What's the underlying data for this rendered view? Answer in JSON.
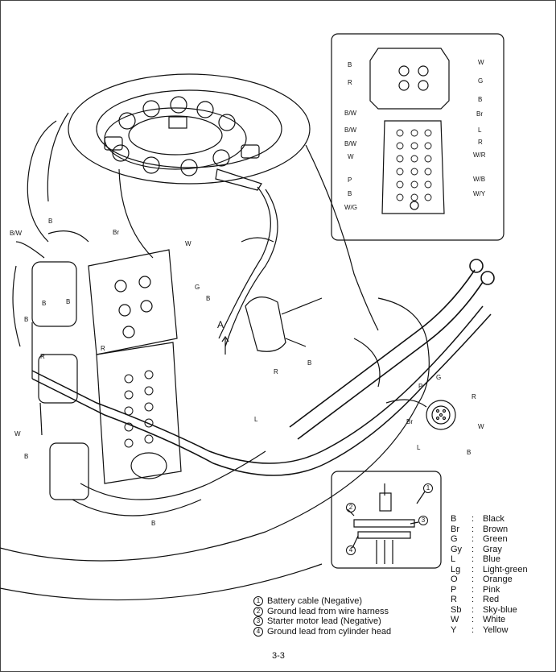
{
  "inset_top_labels": {
    "left": [
      "B",
      "R",
      "B/W",
      "B/W",
      "B/W",
      "W",
      "P",
      "B",
      "W/G"
    ],
    "right": [
      "W",
      "G",
      "B",
      "Br",
      "L",
      "R",
      "W/R",
      "W/B",
      "W/Y"
    ]
  },
  "main_labels": {
    "b1": "B",
    "bw": "B/W",
    "br": "Br",
    "w1": "W",
    "g1": "G",
    "b2": "B",
    "b3": "B",
    "b4": "B",
    "b5": "B",
    "r1": "R",
    "r2": "R",
    "r3": "R",
    "a": "A",
    "l1": "L",
    "w2": "W",
    "b6": "B",
    "b7": "B",
    "b8": "B"
  },
  "connector_labels": {
    "p": "P",
    "g": "G",
    "r": "R",
    "br": "Br",
    "w": "W",
    "l": "L",
    "b": "B"
  },
  "inset_bottom_numbers": [
    "1",
    "2",
    "3",
    "4"
  ],
  "legend": [
    {
      "code": "B",
      "color": "Black"
    },
    {
      "code": "Br",
      "color": "Brown"
    },
    {
      "code": "G",
      "color": "Green"
    },
    {
      "code": "Gy",
      "color": "Gray"
    },
    {
      "code": "L",
      "color": "Blue"
    },
    {
      "code": "Lg",
      "color": "Light-green"
    },
    {
      "code": "O",
      "color": "Orange"
    },
    {
      "code": "P",
      "color": "Pink"
    },
    {
      "code": "R",
      "color": "Red"
    },
    {
      "code": "Sb",
      "color": "Sky-blue"
    },
    {
      "code": "W",
      "color": "White"
    },
    {
      "code": "Y",
      "color": "Yellow"
    }
  ],
  "legend_separator": ":",
  "notes": [
    {
      "num": "1",
      "text": "Battery cable (Negative)"
    },
    {
      "num": "2",
      "text": "Ground lead from wire harness"
    },
    {
      "num": "3",
      "text": "Starter motor lead (Negative)"
    },
    {
      "num": "4",
      "text": "Ground lead from cylinder head"
    }
  ],
  "page_number": "3-3"
}
